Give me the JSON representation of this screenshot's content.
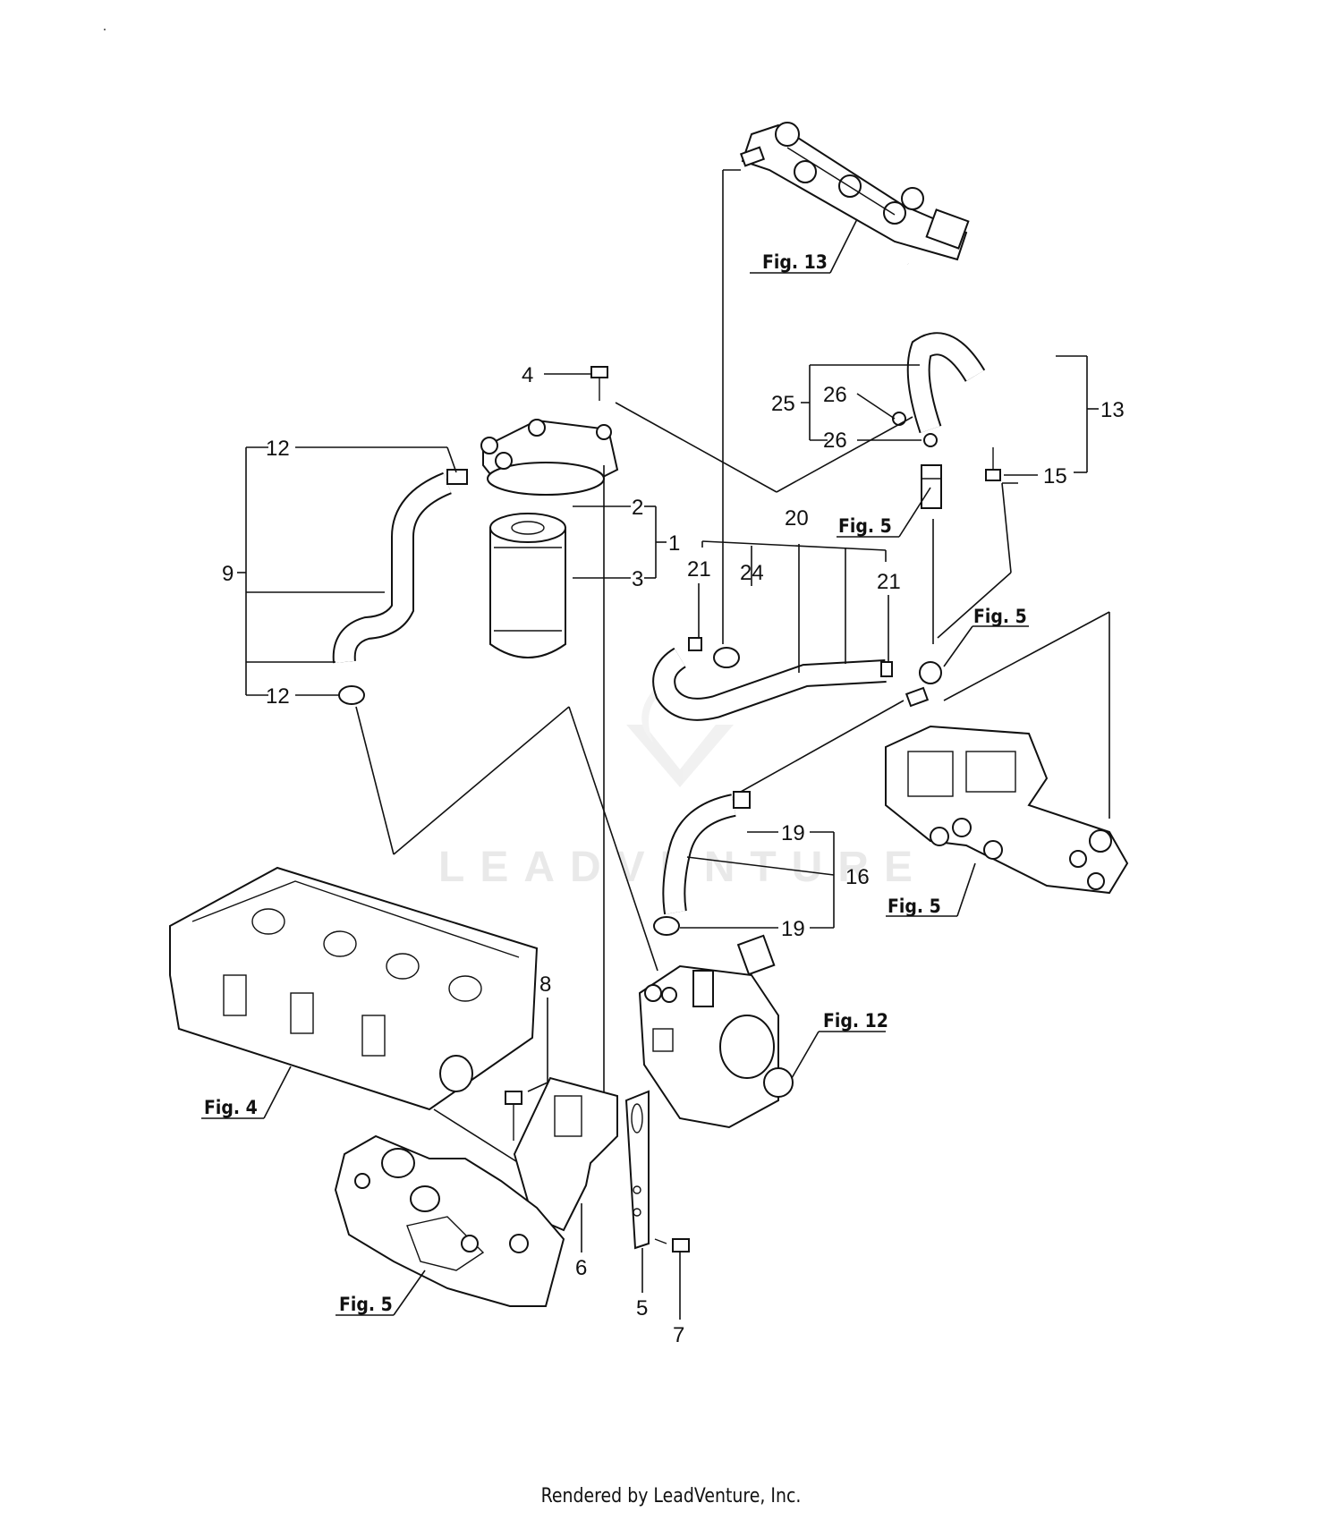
{
  "diagram": {
    "callouts": {
      "c1": "1",
      "c2": "2",
      "c3": "3",
      "c4": "4",
      "c5": "5",
      "c6": "6",
      "c7": "7",
      "c8": "8",
      "c9": "9",
      "c12a": "12",
      "c12b": "12",
      "c13": "13",
      "c15": "15",
      "c16": "16",
      "c19a": "19",
      "c19b": "19",
      "c20": "20",
      "c21a": "21",
      "c21b": "21",
      "c24": "24",
      "c25": "25",
      "c26a": "26",
      "c26b": "26"
    },
    "fig_refs": {
      "fig13": "Fig. 13",
      "fig5_top": "Fig. 5",
      "fig5_mid": "Fig. 5",
      "fig5_right": "Fig. 5",
      "fig12": "Fig. 12",
      "fig4": "Fig. 4",
      "fig5_bottom": "Fig. 5"
    },
    "watermark": "LEADVENTURE"
  },
  "footer": {
    "text": "Rendered by LeadVenture, Inc."
  }
}
